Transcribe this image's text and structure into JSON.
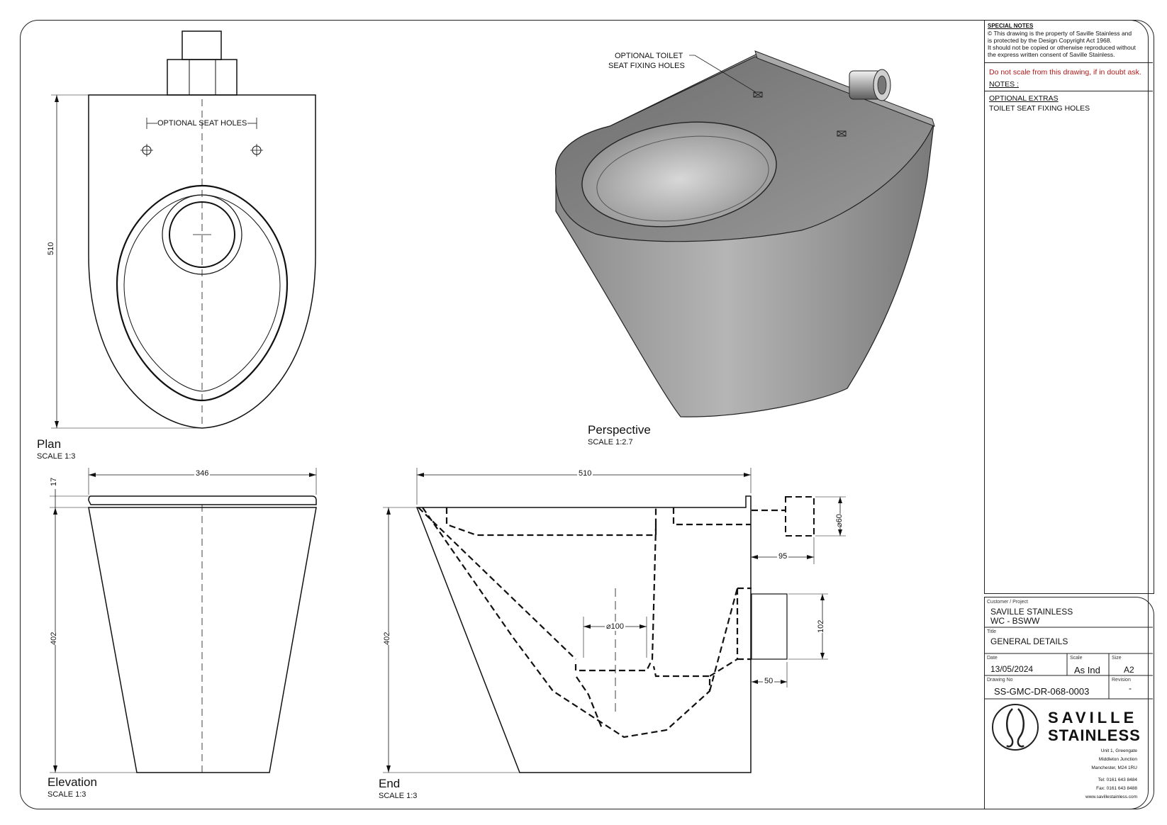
{
  "views": {
    "plan": {
      "label": "Plan",
      "scale": "SCALE 1:3",
      "callout": "OPTIONAL SEAT HOLES",
      "dim_height": "510"
    },
    "perspective": {
      "label": "Perspective",
      "scale": "SCALE 1:2.7",
      "callout_line1": "OPTIONAL TOILET",
      "callout_line2": "SEAT FIXING HOLES"
    },
    "elevation": {
      "label": "Elevation",
      "scale": "SCALE 1:3",
      "dim_width": "346",
      "dim_rim": "17",
      "dim_height": "402"
    },
    "end": {
      "label": "End",
      "scale": "SCALE 1:3",
      "dim_width": "510",
      "dim_height": "402",
      "dim_inlet": "⌀60",
      "dim_inlet_offset": "95",
      "dim_outlet_dia": "⌀100",
      "dim_outlet_h": "102",
      "dim_outlet_len": "50"
    }
  },
  "special_notes": {
    "heading": "SPECIAL NOTES",
    "line1": "© This drawing is the property of  Saville Stainless and",
    "line2": "is protected by the Design Copyright Act 1968.",
    "line3": "It should not be copied or otherwise reproduced without",
    "line4": "the express written consent of Saville Stainless."
  },
  "warning": "Do not scale from this drawing, if in doubt ask.",
  "notes": {
    "heading": "NOTES :",
    "extras_heading": "OPTIONAL EXTRAS",
    "extras_item": "TOILET SEAT FIXING HOLES"
  },
  "title_block": {
    "customer_label": "Customer / Project",
    "customer_line1": "SAVILLE STAINLESS",
    "customer_line2": "WC - BSWW",
    "title_label": "Title",
    "title": "GENERAL DETAILS",
    "date_label": "Date",
    "date": "13/05/2024",
    "scale_label": "Scale",
    "scale": "As Ind",
    "size_label": "Size",
    "size": "A2",
    "drawing_no_label": "Drawing No",
    "drawing_no": "SS-GMC-DR-068-0003",
    "revision_label": "Revision",
    "revision": "-"
  },
  "company": {
    "name_line1": "SAVILLE",
    "name_line2": "STAINLESS",
    "addr1": "Unit 1, Greengate",
    "addr2": "Middleton Junction",
    "addr3": "Manchester, M24 1RU",
    "tel": "Tel:  0161 643 8484",
    "fax": "Fax:  0161 643 8488",
    "web": "www.savillestainless.com"
  },
  "colors": {
    "line": "#111111",
    "warning": "#b01818",
    "steel_light": "#b8b8b8",
    "steel_dark": "#707070"
  }
}
